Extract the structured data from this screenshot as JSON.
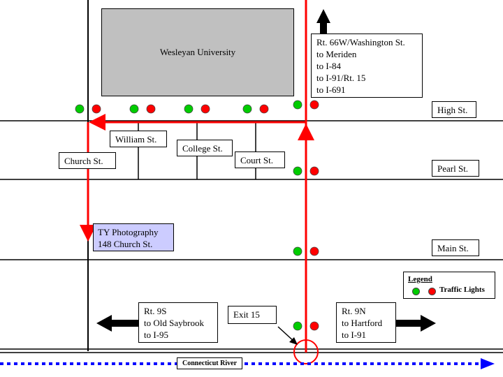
{
  "buildings": {
    "university": "Wesleyan University"
  },
  "streets": {
    "high": "High St.",
    "pearl": "Pearl St.",
    "main": "Main St.",
    "church": "Church St.",
    "william": "William St.",
    "college": "College St.",
    "court": "Court St."
  },
  "destination": {
    "name": "TY Photography",
    "address": "148 Church St."
  },
  "directions": {
    "north": [
      "Rt. 66W/Washington St.",
      "to Meriden",
      "to I-84",
      "to I-91/Rt. 15",
      "to I-691"
    ],
    "rt9s": [
      "Rt. 9S",
      "to Old Saybrook",
      "to I-95"
    ],
    "rt9n": [
      "Rt. 9N",
      "to Hartford",
      "to I-91"
    ],
    "exit": "Exit 15"
  },
  "river": "Connecticut River",
  "legend": {
    "title": "Legend",
    "item": "Traffic Lights"
  },
  "colors": {
    "route": "#ff0000",
    "river": "#0000ff",
    "light_green": "#00cc00",
    "light_red": "#ff0000",
    "university_fill": "#c0c0c0",
    "destination_fill": "#ccccff"
  },
  "icons": {
    "traffic_light": "traffic-light-icon",
    "arrow": "arrow-icon",
    "exit_marker": "circle-marker-icon"
  }
}
